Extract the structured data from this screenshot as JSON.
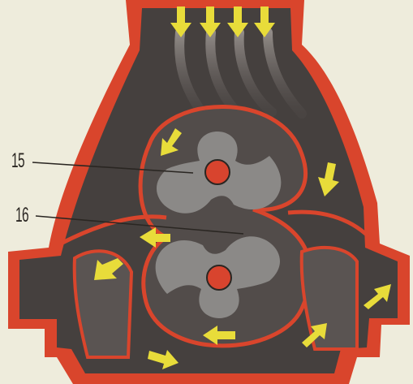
{
  "colors": {
    "paper": "#eeecdc",
    "casing": "#d9452c",
    "casing_dark": "#b8361f",
    "chamber": "#45403e",
    "chamber_light": "#5a5452",
    "rotor": "#8b8987",
    "hub": "#d8442e",
    "arrow": "#e8dc3a",
    "label": "#2a2622"
  },
  "icons": {
    "flow_arrow": "yellow-flow-arrow-icon",
    "hub": "rotor-hub-icon"
  },
  "callouts": [
    {
      "id": "15",
      "text": "15"
    },
    {
      "id": "16",
      "text": "16"
    }
  ]
}
